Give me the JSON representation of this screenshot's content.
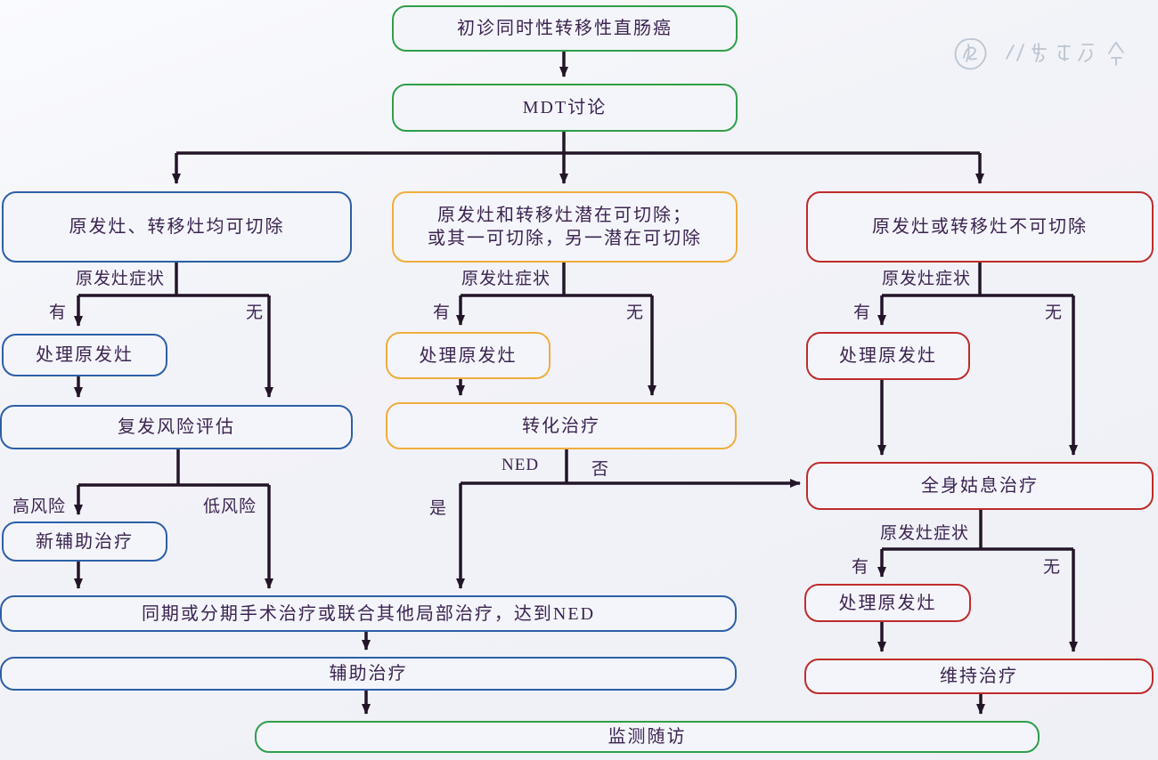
{
  "page": {
    "background": "#f2f3f8"
  },
  "palette": {
    "green": "#2f9e4a",
    "blue": "#2d5fa8",
    "orange": "#f0ad3e",
    "red": "#bf2b2a",
    "text": "#3b2451",
    "line": "#231528",
    "watermark": "#b6c0cd"
  },
  "nodes": {
    "start": {
      "label": "初诊同时性转移性直肠癌",
      "color": "green"
    },
    "mdt": {
      "label": "MDT讨论",
      "color": "green"
    },
    "resectable": {
      "label": "原发灶、转移灶均可切除",
      "color": "blue"
    },
    "potentially_resectable": {
      "line1": "原发灶和转移灶潜在可切除；",
      "line2": "或其一可切除，另一潜在可切除",
      "color": "orange"
    },
    "unresectable": {
      "label": "原发灶或转移灶不可切除",
      "color": "red"
    },
    "treat_primary_left": {
      "label": "处理原发灶",
      "color": "blue"
    },
    "recurrence_risk": {
      "label": "复发风险评估",
      "color": "blue"
    },
    "neoadjuvant": {
      "label": "新辅助治疗",
      "color": "blue"
    },
    "treat_primary_mid": {
      "label": "处理原发灶",
      "color": "orange"
    },
    "conversion_therapy": {
      "label": "转化治疗",
      "color": "orange"
    },
    "treat_primary_right1": {
      "label": "处理原发灶",
      "color": "red"
    },
    "systemic_palliative": {
      "label": "全身姑息治疗",
      "color": "red"
    },
    "treat_primary_right2": {
      "label": "处理原发灶",
      "color": "red"
    },
    "maintenance": {
      "label": "维持治疗",
      "color": "red"
    },
    "surgery_local": {
      "label": "同期或分期手术治疗或联合其他局部治疗，达到NED",
      "color": "blue"
    },
    "adjuvant": {
      "label": "辅助治疗",
      "color": "blue"
    },
    "follow_up": {
      "label": "监测随访",
      "color": "green"
    }
  },
  "edge_labels": {
    "left_symptom": "原发灶症状",
    "left_yes": "有",
    "left_no": "无",
    "high_risk": "高风险",
    "low_risk": "低风险",
    "mid_symptom": "原发灶症状",
    "mid_yes": "有",
    "mid_no": "无",
    "ned": "NED",
    "ned_no": "否",
    "ned_yes": "是",
    "right_symptom": "原发灶症状",
    "right_yes": "有",
    "right_no": "无",
    "right_symptom2": "原发灶症状",
    "right_yes2": "有",
    "right_no2": "无"
  },
  "watermark": {
    "icon": "circular-seal-logo",
    "color": "#b6c0cd"
  }
}
